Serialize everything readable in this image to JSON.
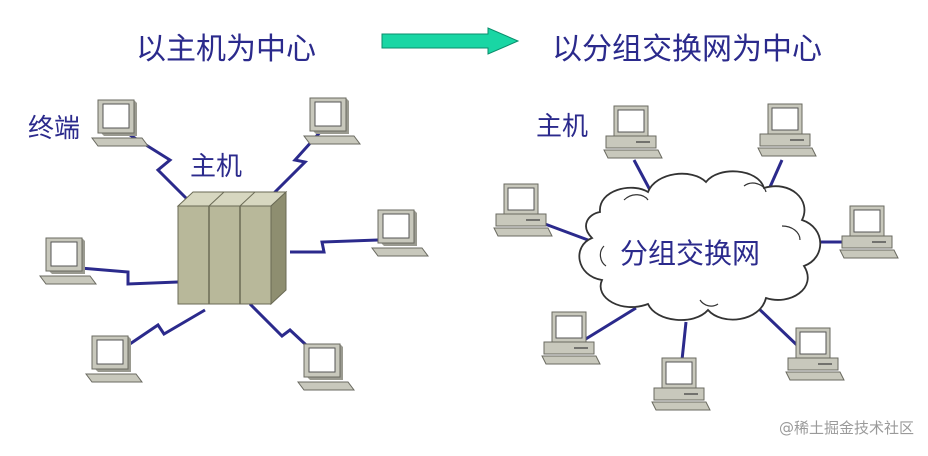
{
  "left_title": "以主机为中心",
  "right_title": "以分组交换网为中心",
  "left_labels": {
    "terminal": "终端",
    "host": "主机"
  },
  "right_labels": {
    "host": "主机",
    "network": "分组交换网"
  },
  "watermark": "@稀土掘金技术社区",
  "colors": {
    "text": "#2b2a8c",
    "link": "#2b2a8c",
    "arrow": "#19d6a4",
    "mainframe": "#b8b89a",
    "cloud": "#ffffff"
  }
}
